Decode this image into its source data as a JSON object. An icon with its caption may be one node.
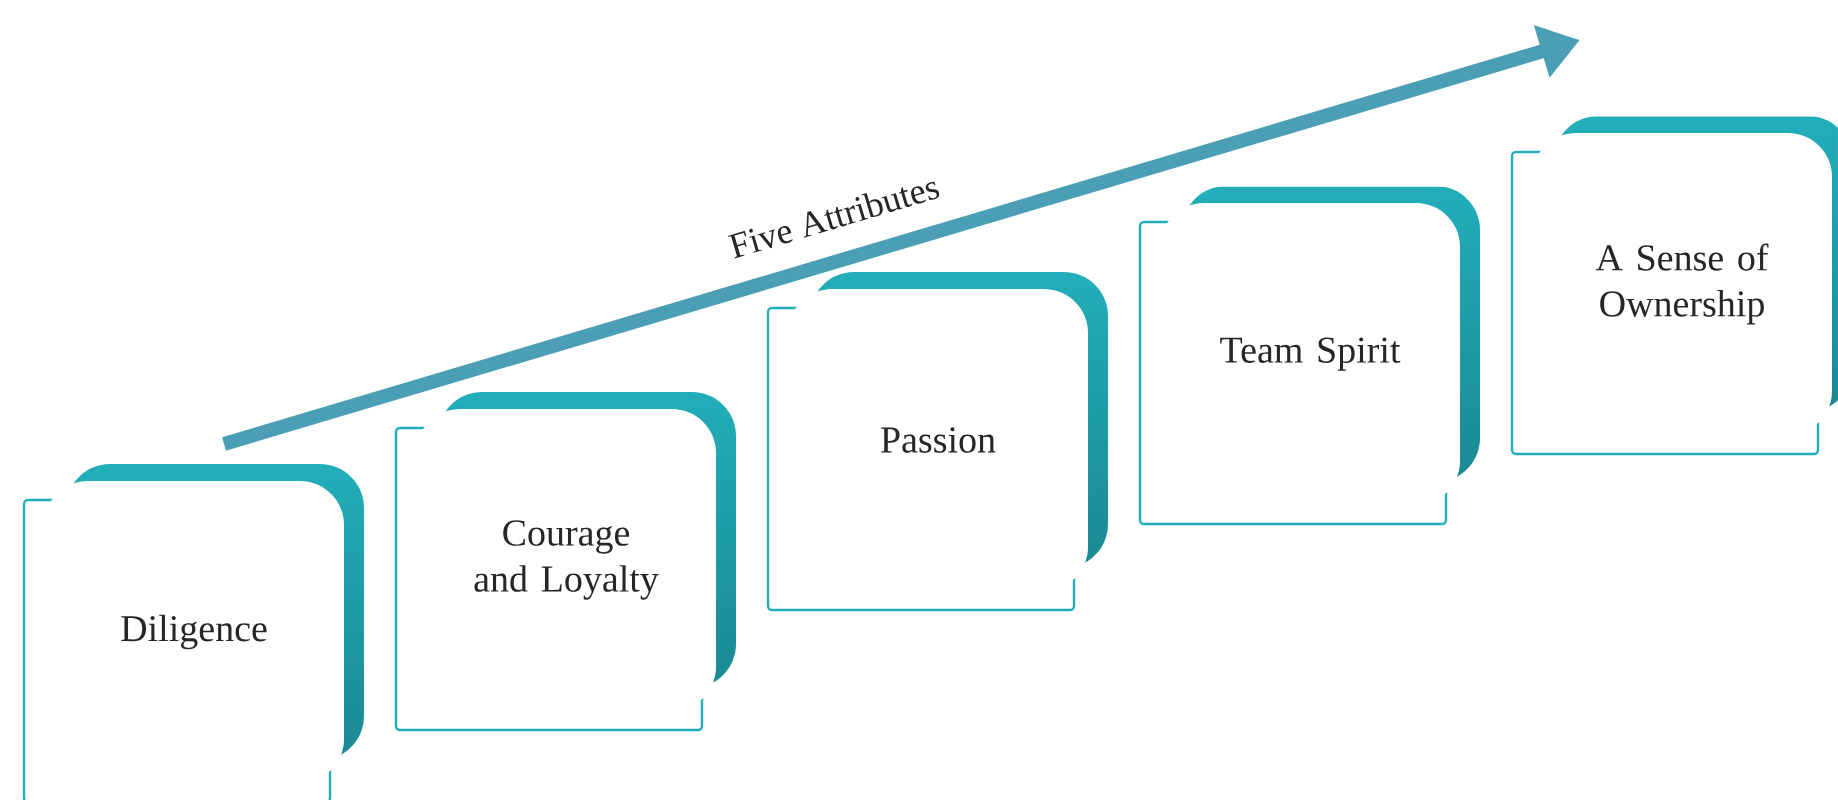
{
  "diagram": {
    "nodes": [
      {
        "text": [
          "Diligence"
        ]
      },
      {
        "text": [
          "Courage and Loyalty"
        ]
      },
      {
        "text": [
          "Passion"
        ]
      },
      {
        "text": [
          "Team Spirit"
        ]
      },
      {
        "text": [
          "A Sense of Ownership"
        ]
      }
    ],
    "labels": [
      "Five Attributes"
    ]
  }
}
